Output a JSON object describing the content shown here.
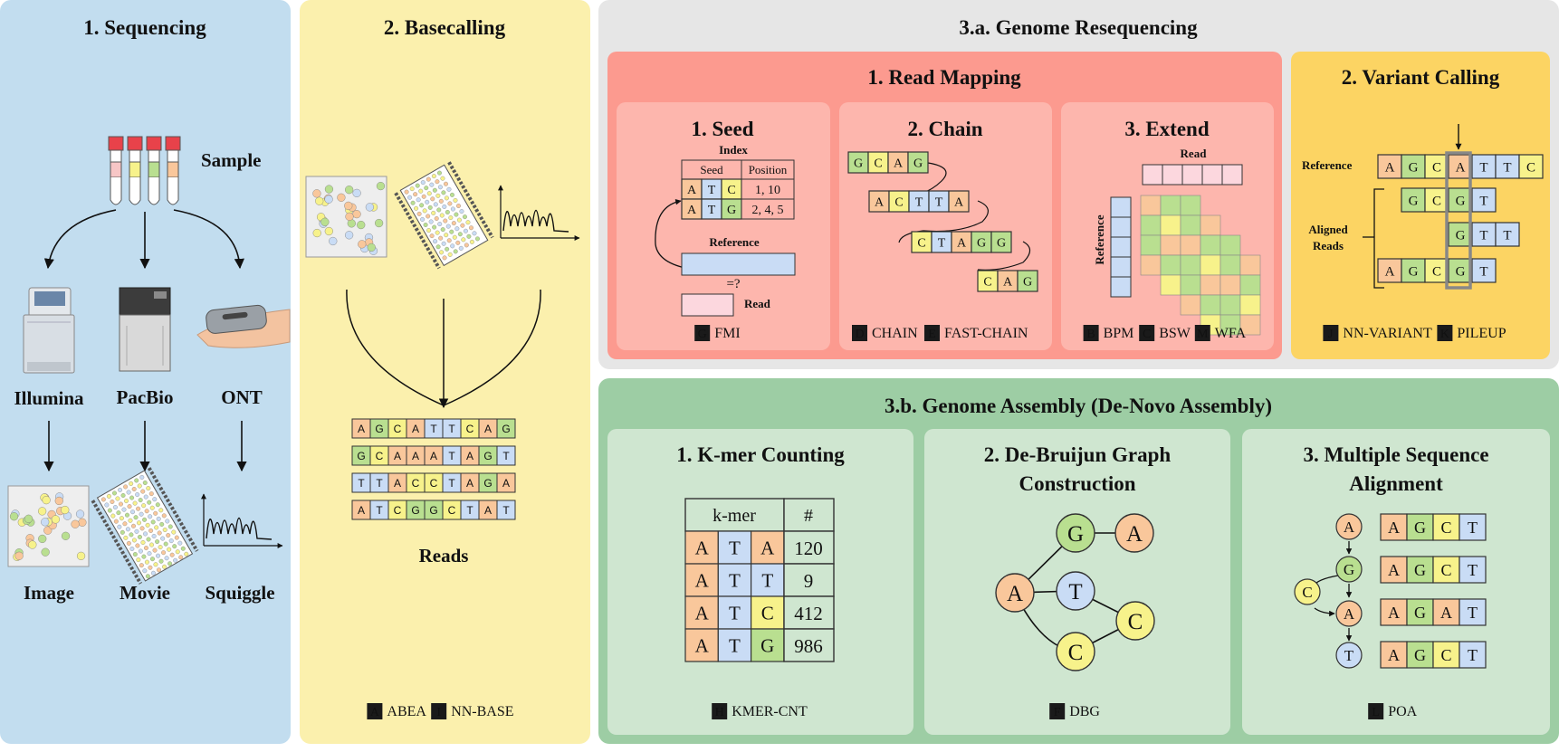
{
  "colors": {
    "A": "#f9c79b",
    "T": "#c9dcf5",
    "G": "#b9df90",
    "C": "#f7f28b",
    "panel_sequencing": "#c2ddef",
    "panel_basecalling": "#fbf0ad",
    "panel_resequencing": "#e6e6e6",
    "panel_read_mapping": "#fc9a8f",
    "panel_mapping_inner": "#fdb6ad",
    "panel_variant": "#fcd463",
    "panel_assembly": "#9dcda4",
    "panel_assembly_inner": "#cfe6d0",
    "badge": "#1a1a1a"
  },
  "sequencing": {
    "title": "1. Sequencing",
    "sample": "Sample",
    "platforms": [
      "Illumina",
      "PacBio",
      "ONT"
    ],
    "outputs": [
      "Image",
      "Movie",
      "Squiggle"
    ]
  },
  "basecalling": {
    "title": "2. Basecalling",
    "reads": [
      "AGCATTCAG",
      "GCAAATAGT",
      "TTACCTAGA",
      "ATCGGCTAT"
    ],
    "reads_label": "Reads",
    "tools": [
      {
        "badge": "A",
        "name": "ABEA"
      },
      {
        "badge": "I",
        "name": "NN-BASE"
      }
    ]
  },
  "resequencing": {
    "title": "3.a. Genome Resequencing",
    "read_mapping": {
      "title": "1. Read Mapping",
      "seed": {
        "title": "1. Seed",
        "index_label": "Index",
        "headers": [
          "Seed",
          "Position"
        ],
        "rows": [
          {
            "seed": "ATC",
            "pos": "1, 10"
          },
          {
            "seed": "ATG",
            "pos": "2, 4, 5"
          }
        ],
        "reference_label": "Reference",
        "compare": "=?",
        "read_label": "Read",
        "tools": [
          {
            "badge": "G",
            "name": "FMI"
          }
        ]
      },
      "chain": {
        "title": "2. Chain",
        "segments": [
          "GCAG",
          "ACTTA",
          "CTAGG",
          "CAG"
        ],
        "tools": [
          {
            "badge": "D",
            "name": "CHAIN"
          },
          {
            "badge": "E",
            "name": "FAST-CHAIN"
          }
        ]
      },
      "extend": {
        "title": "3. Extend",
        "read_label": "Read",
        "reference_label": "Reference",
        "tools": [
          {
            "badge": "B",
            "name": "BPM"
          },
          {
            "badge": "C",
            "name": "BSW"
          },
          {
            "badge": "M",
            "name": "WFA"
          }
        ]
      }
    },
    "variant_calling": {
      "title": "2. Variant Calling",
      "reference_label": "Reference",
      "aligned_label_1": "Aligned",
      "aligned_label_2": "Reads",
      "reference": "AGCATTC",
      "aligned": [
        {
          "offset": 1,
          "seq": "GCGT"
        },
        {
          "offset": 3,
          "seq": "GTT"
        },
        {
          "offset": 0,
          "seq": "AGCGT"
        }
      ],
      "tools": [
        {
          "badge": "J",
          "name": "NN-VARIANT"
        },
        {
          "badge": "K",
          "name": "PILEUP"
        }
      ]
    }
  },
  "assembly": {
    "title": "3.b. Genome Assembly (De-Novo Assembly)",
    "kmer": {
      "title": "1. K-mer Counting",
      "headers": [
        "k-mer",
        "#"
      ],
      "rows": [
        {
          "kmer": "ATA",
          "count": "120"
        },
        {
          "kmer": "ATT",
          "count": "9"
        },
        {
          "kmer": "ATC",
          "count": "412"
        },
        {
          "kmer": "ATG",
          "count": "986"
        }
      ],
      "tools": [
        {
          "badge": "H",
          "name": "KMER-CNT"
        }
      ]
    },
    "dbg": {
      "title_1": "2. De-Bruijun Graph",
      "title_2": "Construction",
      "nodes": [
        "A",
        "G",
        "A",
        "T",
        "C",
        "C"
      ],
      "tools": [
        {
          "badge": "F",
          "name": "DBG"
        }
      ]
    },
    "msa": {
      "title_1": "3. Multiple Sequence",
      "title_2": "Alignment",
      "graph_nodes": [
        "A",
        "G",
        "C",
        "A",
        "T"
      ],
      "sequences": [
        "AGCT",
        "AGCT",
        "AGAT",
        "AGCT"
      ],
      "tools": [
        {
          "badge": "L",
          "name": "POA"
        }
      ]
    }
  }
}
